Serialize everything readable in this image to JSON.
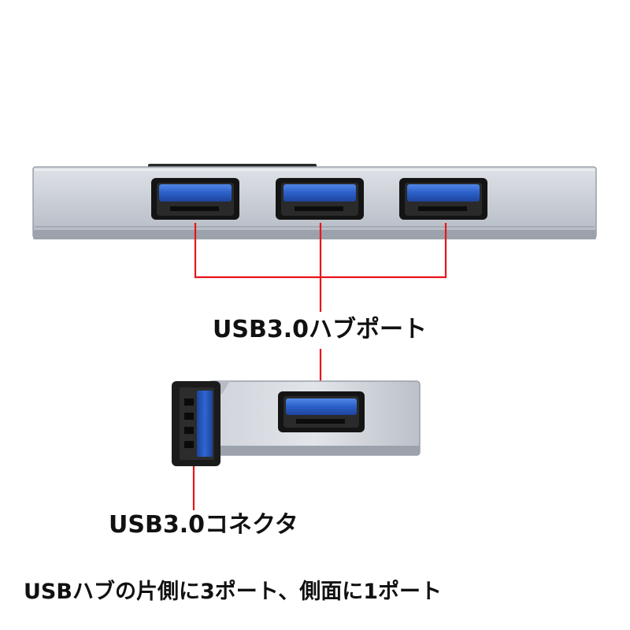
{
  "labels": {
    "hub_ports": "USB3.0ハブポート",
    "connector": "USB3.0コネクタ",
    "caption": "USBハブの片側に3ポート、側面に1ポート"
  },
  "colors": {
    "leader_line": "#e8141c",
    "port_blue": "#2f62c9",
    "body_silver": "#c7ccd4",
    "text": "#111111"
  }
}
